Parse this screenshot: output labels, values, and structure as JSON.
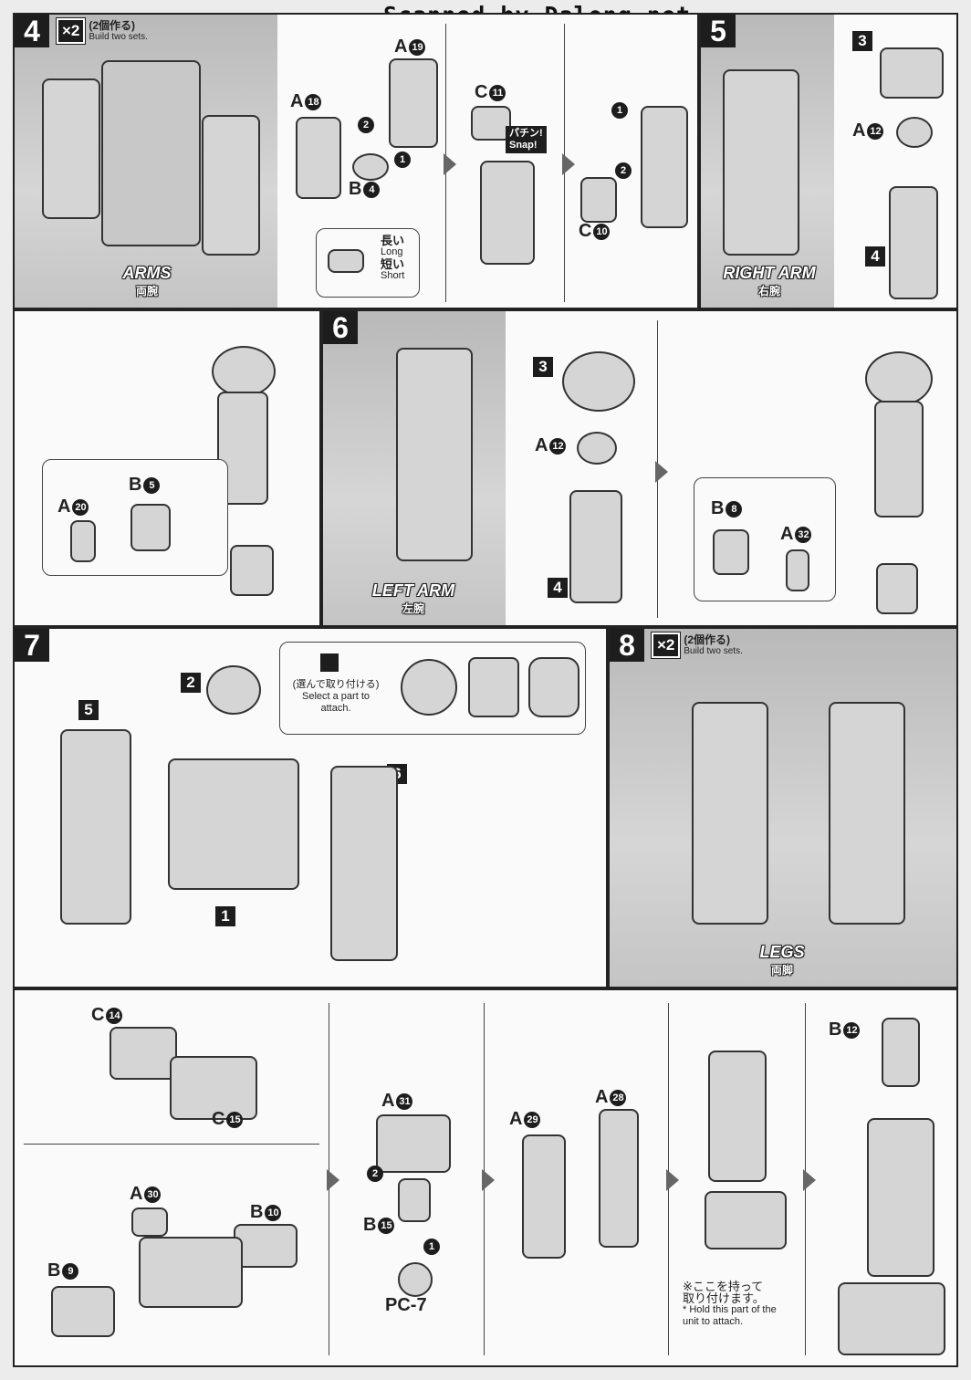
{
  "header": {
    "scanner": "Scanned by Dalong.net"
  },
  "steps": {
    "s4": {
      "num": "4",
      "multiplier": "×2",
      "multiplier_jp": "(2個作る)",
      "multiplier_en": "Build two sets.",
      "caption_en": "ARMS",
      "caption_jp": "両腕",
      "parts": {
        "a18": "A",
        "a18n": "18",
        "a19": "A",
        "a19n": "19",
        "b4": "B",
        "b4n": "4",
        "c11": "C",
        "c11n": "11",
        "c10": "C",
        "c10n": "10"
      },
      "snap_jp": "パチン!",
      "snap_en": "Snap!",
      "long_jp": "長い",
      "long_en": "Long",
      "short_jp": "短い",
      "short_en": "Short",
      "order1": "1",
      "order2": "2"
    },
    "s5": {
      "num": "5",
      "caption_en": "RIGHT ARM",
      "caption_jp": "右腕",
      "sub3": "3",
      "sub4": "4",
      "a12": "A",
      "a12n": "12",
      "a20": "A",
      "a20n": "20",
      "b5": "B",
      "b5n": "5"
    },
    "s6": {
      "num": "6",
      "caption_en": "LEFT ARM",
      "caption_jp": "左腕",
      "sub3": "3",
      "sub4": "4",
      "a12": "A",
      "a12n": "12",
      "b8": "B",
      "b8n": "8",
      "a32": "A",
      "a32n": "32"
    },
    "s7": {
      "num": "7",
      "sub5": "5",
      "sub2": "2",
      "sub6": "6",
      "sub1": "1",
      "select_jp": "(選んで取り付ける)",
      "select_en": "Select a part to attach."
    },
    "s8": {
      "num": "8",
      "multiplier": "×2",
      "multiplier_jp": "(2個作る)",
      "multiplier_en": "Build two sets.",
      "caption_en": "LEGS",
      "caption_jp": "両脚"
    },
    "s9": {
      "c14": "C",
      "c14n": "14",
      "c15": "C",
      "c15n": "15",
      "a30": "A",
      "a30n": "30",
      "b10": "B",
      "b10n": "10",
      "b9": "B",
      "b9n": "9",
      "a31": "A",
      "a31n": "31",
      "b15": "B",
      "b15n": "15",
      "pc7": "PC-7",
      "a29": "A",
      "a29n": "29",
      "a28": "A",
      "a28n": "28",
      "b12": "B",
      "b12n": "12",
      "hold_jp1": "※ここを持って",
      "hold_jp2": "取り付けます。",
      "hold_en1": "* Hold this part of the",
      "hold_en2": "unit to attach.",
      "order1": "1",
      "order2": "2"
    }
  }
}
